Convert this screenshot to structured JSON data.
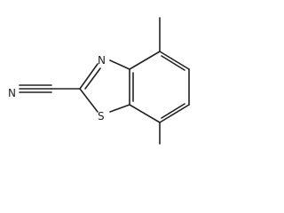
{
  "molecule": {
    "atoms": {
      "nitrile_n": "N",
      "ring_n": "N",
      "ring_s": "S"
    }
  },
  "colors": {
    "bond": "#222222",
    "label": "#222222",
    "background": "#ffffff"
  }
}
